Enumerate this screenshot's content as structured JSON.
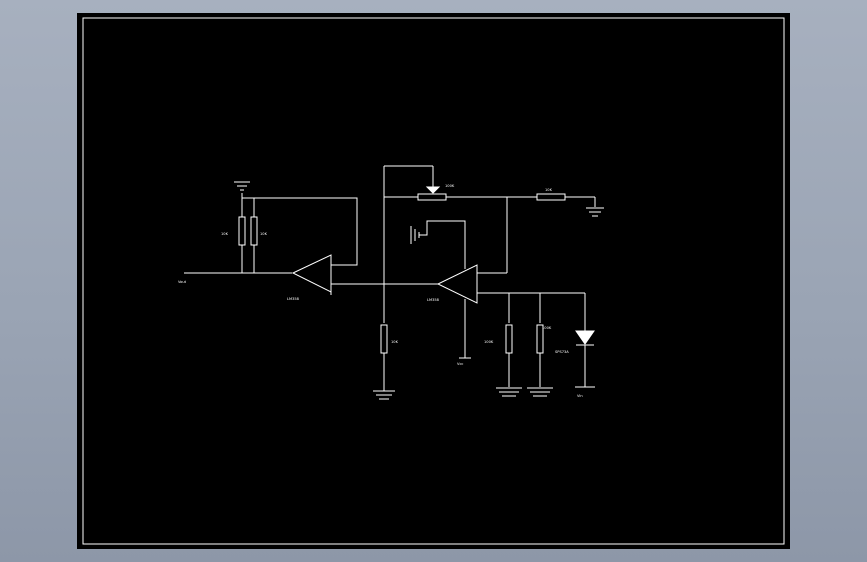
{
  "labels": {
    "vout": "Vout",
    "u_left": "LM358",
    "u_right": "LM358",
    "r_input_a": "10K",
    "r_input_b": "10K",
    "pot": "100K",
    "r_top": "10K",
    "r_bottom": "10K",
    "r_out_a": "100K",
    "r_out_b": "100K",
    "diode": "SPS73A",
    "vcc": "Vcc",
    "vin": "Vin"
  },
  "colors": {
    "background": "#000000",
    "lines": "#ffffff",
    "frame": "#ffffff"
  }
}
